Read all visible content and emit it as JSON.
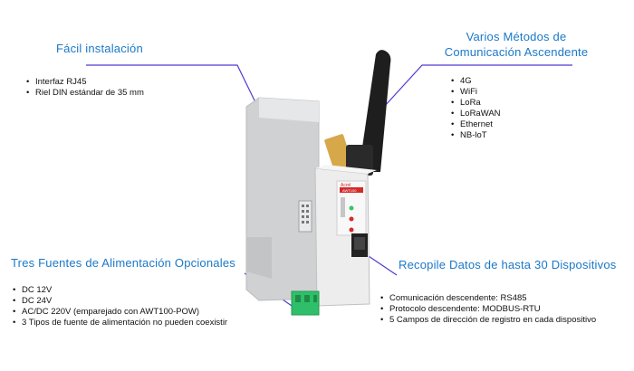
{
  "features": [
    {
      "title": "Fácil instalación",
      "items": [
        "Interfaz RJ45",
        "Riel DIN estándar de 35 mm"
      ]
    },
    {
      "title_lines": [
        "Varios Métodos de",
        "Comunicación Ascendente"
      ],
      "items": [
        "4G",
        "WiFi",
        "LoRa",
        "LoRaWAN",
        "Ethernet",
        "NB-loT"
      ]
    },
    {
      "title": "Tres Fuentes de Alimentación Opcionales",
      "items": [
        "DC 12V",
        "DC 24V",
        "AC/DC 220V (emparejado con AWT100-POW)",
        "3 Tipos de fuente de alimentación no pueden coexistir"
      ]
    },
    {
      "title": "Recopile Datos de hasta 30 Dispositivos",
      "items": [
        "Comunicación descendente: RS485",
        "Protocolo descendente: MODBUS-RTU",
        "5 Campos de dirección de registro en cada dispositivo"
      ]
    }
  ],
  "device": {
    "brand": "Acrel",
    "model": "AWT100"
  },
  "colors": {
    "title": "#1a78c8",
    "callout_line": "#4f3bd1",
    "terminal": "#2fbf6a",
    "brand_red": "#d42a2a"
  }
}
